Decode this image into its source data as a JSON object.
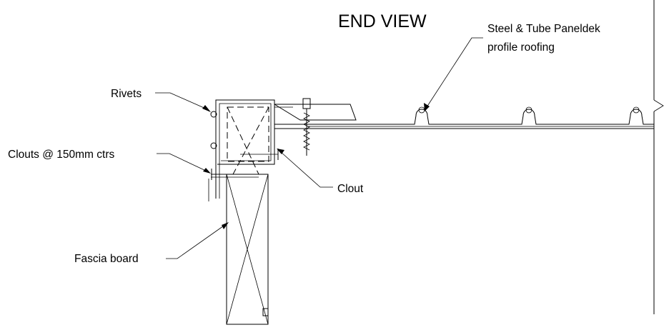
{
  "title": "END VIEW",
  "labels": {
    "roofing_line1": "Steel & Tube Paneldek",
    "roofing_line2": "profile roofing",
    "rivets": "Rivets",
    "clouts": "Clouts @ 150mm ctrs",
    "clout": "Clout",
    "fascia": "Fascia board"
  }
}
